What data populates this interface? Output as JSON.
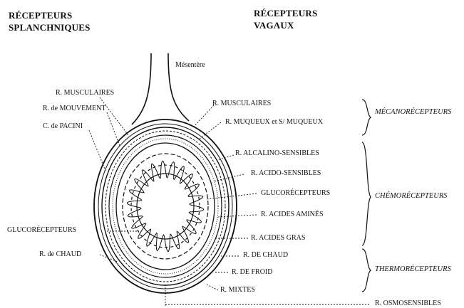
{
  "headers": {
    "splanchnic_line1": "RÉCEPTEURS",
    "splanchnic_line2": "SPLANCHNIQUES",
    "vagal_line1": "RÉCEPTEURS",
    "vagal_line2": "VAGAUX"
  },
  "mesentery": "Mésentère",
  "left_labels": {
    "muscular": "R. MUSCULAIRES",
    "movement": "R. de MOUVEMENT",
    "pacini": "C. de PACINI",
    "glucoreceptors": "GLUCORÉCEPTEURS",
    "heat": "R. de CHAUD"
  },
  "right_labels": {
    "muscular": "R. MUSCULAIRES",
    "mucous": "R. MUQUEUX et S/ MUQUEUX",
    "alkaline": "R. ALCALINO-SENSIBLES",
    "acid": "R. ACIDO-SENSIBLES",
    "glucoreceptors": "GLUCORÉCEPTEURS",
    "amino_acids": "R. ACIDES AMINÉS",
    "fatty_acids": "R. ACIDES GRAS",
    "heat": "R. DE CHAUD",
    "cold": "R. DE FROID",
    "mixed": "R. MIXTES",
    "osmo": "R. OSMOSENSIBLES"
  },
  "categories": {
    "mechano": "MÉCANORÉCEPTEURS",
    "chemo": "CHÉMORÉCEPTEURS",
    "thermo": "THERMORÉCEPTEURS"
  }
}
